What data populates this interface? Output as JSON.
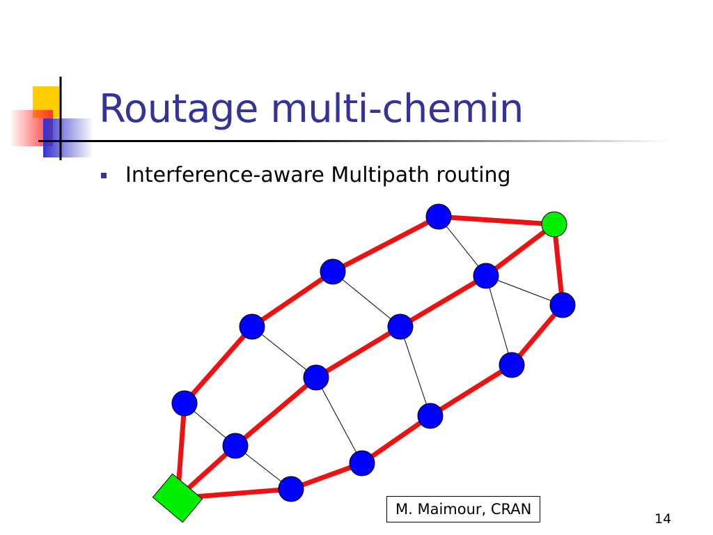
{
  "slide": {
    "title": "Routage multi-chemin",
    "bullet": "Interference-aware Multipath routing",
    "credit": "M. Maimour, CRAN",
    "page_number": "14"
  },
  "colors": {
    "title": "#333399",
    "node": "#0000ff",
    "source": "#00ee00",
    "destination": "#00ee00",
    "path": "#ee1111",
    "deco_yellow": "#ffcc00",
    "deco_red": "#ff3333",
    "deco_blue": "#3333cc"
  }
}
